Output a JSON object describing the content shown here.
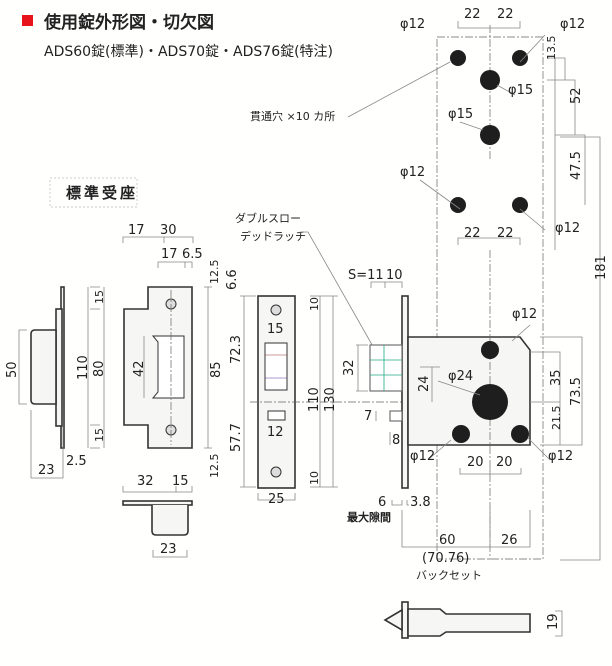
{
  "title": "使用錠外形図・切欠図",
  "subtitle": "ADS60錠(標準)・ADS70錠・ADS76錠(特注)",
  "strike_label": "標準受座",
  "latch_label": [
    "ダブルスロー",
    "デッドラッチ"
  ],
  "through_holes": "貫通穴 ×10 カ所",
  "max_gap": "最大隙間",
  "backset_value": "(70.76)",
  "backset_label": "バックセット",
  "accent_color": "#e8141b",
  "dims": {
    "p12a": "φ12",
    "p12b": "φ12",
    "d22a": "22",
    "d22b": "22",
    "d13_5": "13.5",
    "p15a": "φ15",
    "d52": "52",
    "p15b": "φ15",
    "d47_5": "47.5",
    "p12c": "φ12",
    "p12d": "φ12",
    "d22c": "22",
    "d22d": "22",
    "d181": "181",
    "d50": "50",
    "d23a": "23",
    "d2_5": "2.5",
    "d17a": "17",
    "d30": "30",
    "d17b": "17",
    "d6_5": "6.5",
    "d15a": "15",
    "d110a": "110",
    "d80": "80",
    "d15b": "15",
    "d42": "42",
    "d32a": "32",
    "d15c": "15",
    "d12_5a": "12.5",
    "d85": "85",
    "d12_5b": "12.5",
    "d23b": "23",
    "d6_6": "6.6",
    "d72_3": "72.3",
    "d57_7": "57.7",
    "d15d": "15",
    "d12": "12",
    "d25": "25",
    "d10a": "10",
    "d110b": "110",
    "d130": "130",
    "d10b": "10",
    "s11": "S=11",
    "d10c": "10",
    "d32b": "32",
    "d24": "24",
    "d7": "7",
    "d8": "8",
    "p24": "φ24",
    "p12e": "φ12",
    "p12f": "φ12",
    "p12g": "φ12",
    "d20a": "20",
    "d20b": "20",
    "d35": "35",
    "d73_5": "73.5",
    "d21_5": "21.5",
    "d6": "6",
    "d3_8": "3.8",
    "d60": "60",
    "d26": "26",
    "d19": "19"
  }
}
